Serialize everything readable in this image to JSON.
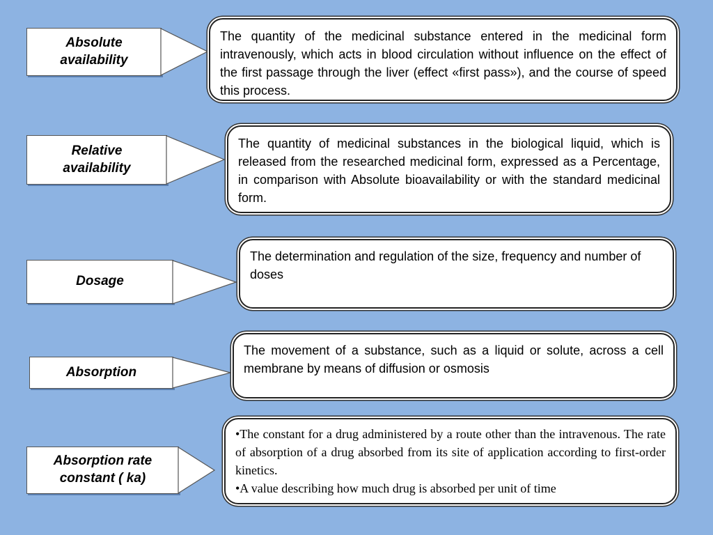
{
  "rows": [
    {
      "term": "Absolute availability",
      "definition": "The quantity of the medicinal substance entered in the medicinal form intravenously, which acts in blood circulation without influence on the effect of the first passage through the liver (effect «first pass»), and the course of speed  this process."
    },
    {
      "term": "Relative availability",
      "definition": "The quantity of medicinal substances in the biological liquid, which is released from the researched medicinal form, expressed as a Percentage, in comparison with Absolute bioavailability or with the standard medicinal form."
    },
    {
      "term": "Dosage",
      "definition": "The determination and regulation of the size, frequency and number of doses"
    },
    {
      "term": "Absorption",
      "definition": "The movement of a substance, such as a liquid or solute, across a cell membrane by means of diffusion or osmosis"
    },
    {
      "term": "Absorption rate constant ( ka)",
      "bullets": [
        "•The constant for a drug administered by a route other than the intravenous. The rate of absorption of a drug absorbed from its site of application according to first-order kinetics.",
        "•A value describing how much drug is absorbed per unit of time"
      ]
    }
  ]
}
